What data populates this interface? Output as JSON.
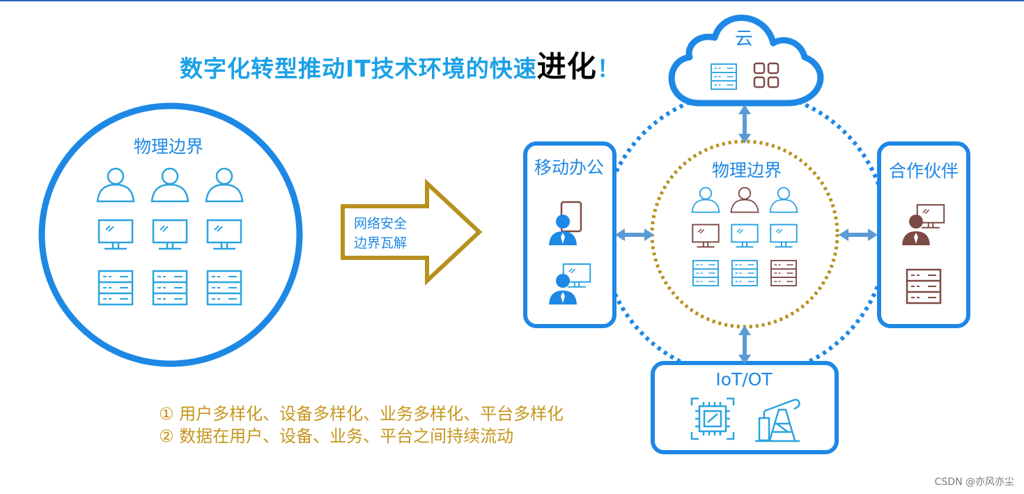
{
  "title": {
    "main": "数字化转型推动IT技术环境的快速",
    "emphasis": "进化",
    "exclamation": "！"
  },
  "left_zone": {
    "label": "物理边界"
  },
  "arrow": {
    "line1": "网络安全",
    "line2": "边界瓦解"
  },
  "right": {
    "cloud_label": "云",
    "center_label": "物理边界",
    "mobile_label": "移动办公",
    "partner_label": "合作伙伴",
    "iot_label": "IoT/OT"
  },
  "notes": [
    "①  用户多样化、设备多样化、业务多样化、平台多样化",
    "②  数据在用户、设备、业务、平台之间持续流动"
  ],
  "watermark": "CSDN @亦风亦尘",
  "colors": {
    "blue": "#1e88e5",
    "icon_blue": "#2aa3df",
    "gold": "#b8901f",
    "brown": "#7d4b45",
    "title": "#1aa0e6"
  }
}
